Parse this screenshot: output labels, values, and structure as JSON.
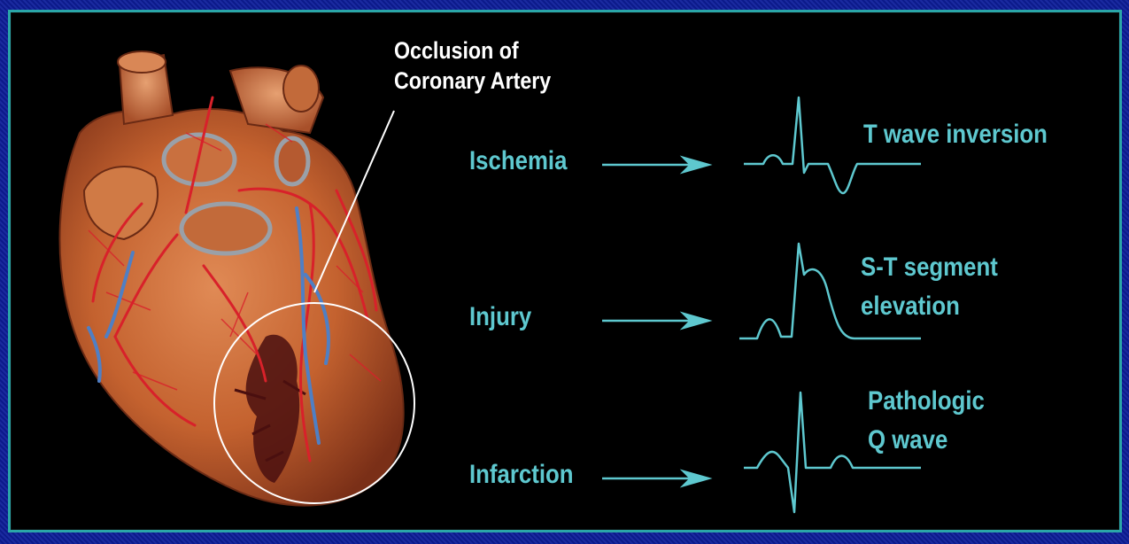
{
  "caption": {
    "line1": "Occlusion of",
    "line2": "Coronary Artery"
  },
  "stages": [
    {
      "label": "Ischemia",
      "result_lines": [
        "T wave inversion"
      ]
    },
    {
      "label": "Injury",
      "result_lines": [
        "S-T segment",
        "elevation"
      ]
    },
    {
      "label": "Infarction",
      "result_lines": [
        "Pathologic",
        "Q wave"
      ]
    }
  ],
  "colors": {
    "background": "#0b1e8c",
    "frame_border": "#2aa6a8",
    "panel": "#000000",
    "label_cyan": "#5ec8cf",
    "caption_white": "#ffffff",
    "heart": "#c8683c",
    "artery_red": "#d8212a",
    "vein_blue": "#4f7fc4",
    "infarct_zone": "#4a0f0f"
  }
}
